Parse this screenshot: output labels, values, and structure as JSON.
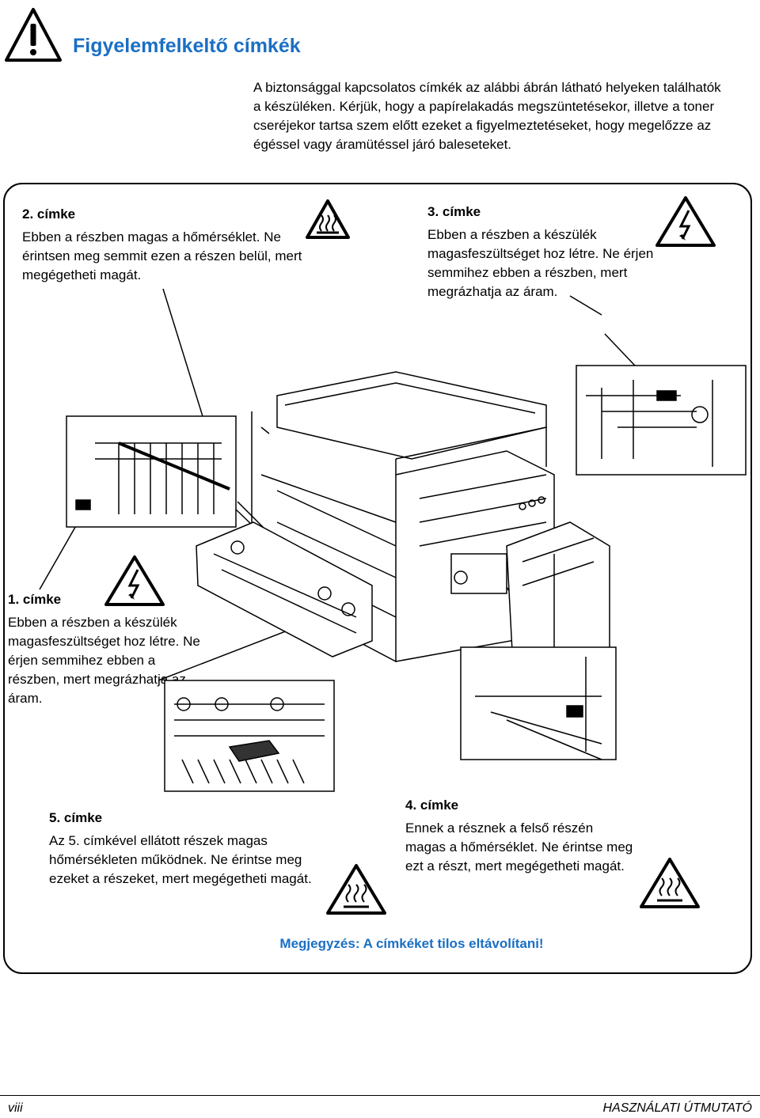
{
  "header": {
    "title": "Figyelemfelkeltő címkék",
    "intro": "A biztonsággal kapcsolatos címkék az alábbi ábrán látható helyeken találhatók a készüléken. Kérjük, hogy a papírelakadás megszüntetésekor, illetve a toner cseréjekor tartsa szem előtt ezeket a figyelmeztetéseket, hogy megelőzze az égéssel vagy áramütéssel járó baleseteket."
  },
  "labels": {
    "label2": {
      "heading": "2. címke",
      "body": "Ebben a részben magas a hőmérséklet. Ne érintsen meg semmit ezen a részen belül, mert megégetheti magát.",
      "icon": "hot-surface-icon"
    },
    "label3": {
      "heading": "3. címke",
      "body": "Ebben a részben a készülék magasfeszültséget hoz létre. Ne érjen semmihez ebben a részben, mert megrázhatja az áram.",
      "icon": "high-voltage-icon"
    },
    "label1": {
      "heading": "1. címke",
      "body": "Ebben a részben a készülék magasfeszültséget hoz létre. Ne érjen semmihez ebben a részben, mert megrázhatja az áram.",
      "icon": "high-voltage-icon"
    },
    "label5": {
      "heading": "5. címke",
      "body": "Az 5. címkével ellátott részek magas hőmérsékleten működnek. Ne érintse meg ezeket a részeket, mert megégetheti magát.",
      "icon": "hot-surface-icon"
    },
    "label4": {
      "heading": "4. címke",
      "body": "Ennek a résznek a felső részén magas a hőmérséklet. Ne érintse meg ezt a részt, mert megégetheti magát.",
      "icon": "hot-surface-icon"
    }
  },
  "note": "Megjegyzés: A címkéket tilos eltávolítani!",
  "footer": {
    "page": "viii",
    "manual": "HASZNÁLATI ÚTMUTATÓ"
  },
  "colors": {
    "accent": "#1a6fc4",
    "line": "#000000"
  }
}
